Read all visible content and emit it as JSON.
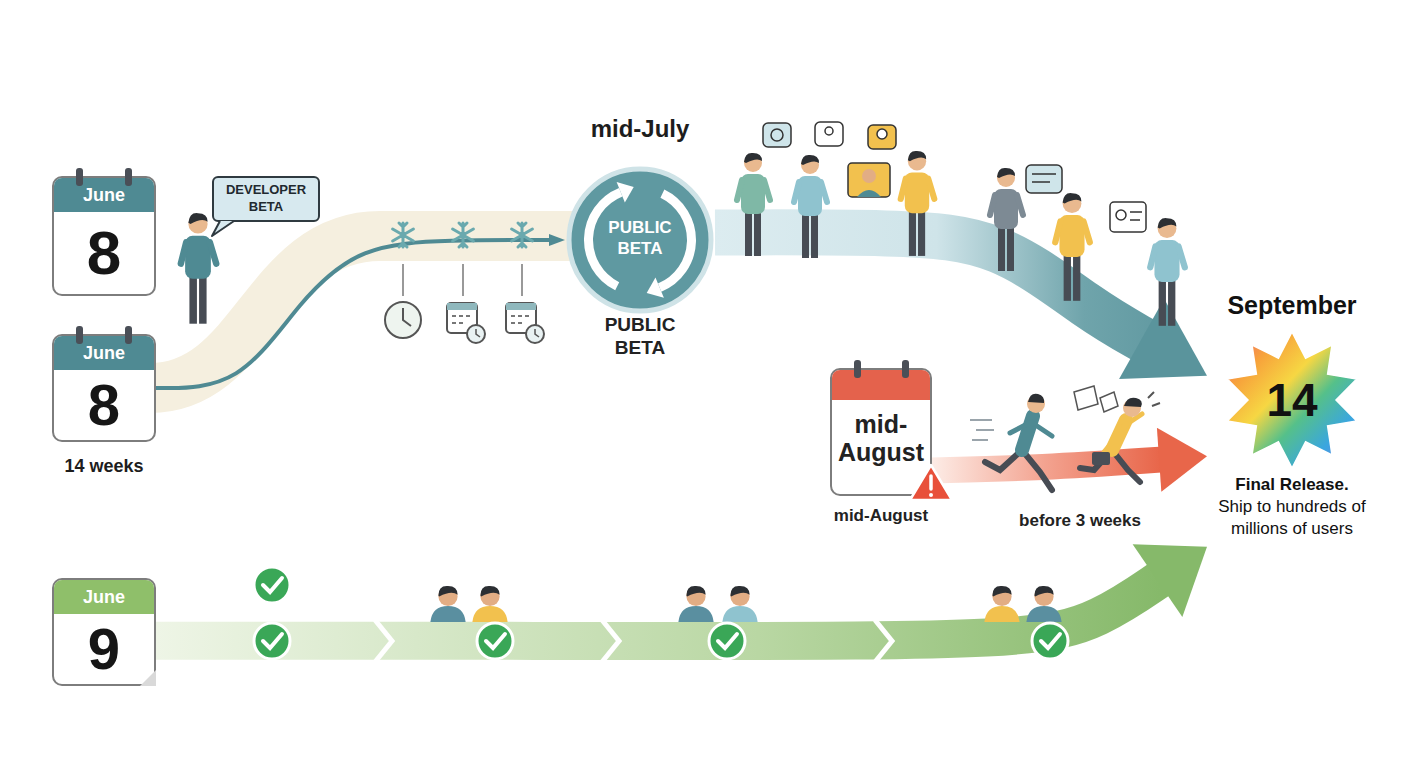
{
  "diagram": {
    "nodes": [
      {
        "text": [
          "June",
          "8"
        ]
      },
      {
        "text": [
          "DEVELOPER BETA"
        ]
      },
      {
        "text": [
          "June",
          "8"
        ]
      },
      {
        "text": [
          "mid-July",
          "PUBLIC BETA",
          "PUBLIC BETA"
        ]
      },
      {
        "text": [
          "mid-August",
          "mid-August"
        ]
      },
      {
        "text": [
          "September",
          "14",
          "Final Release.",
          "Ship to hundreds of millions of users"
        ]
      },
      {
        "text": [
          "June",
          "9"
        ]
      }
    ],
    "edges": [
      {
        "from": 2,
        "to": 3,
        "arrow": "to"
      },
      {
        "from": 3,
        "to": 5,
        "arrow": "to"
      },
      {
        "from": 4,
        "to": 5,
        "label": "before 3 weeks",
        "arrow": "to"
      },
      {
        "from": 6,
        "to": 5,
        "arrow": "to"
      }
    ],
    "labels": [
      "14 weeks"
    ]
  }
}
